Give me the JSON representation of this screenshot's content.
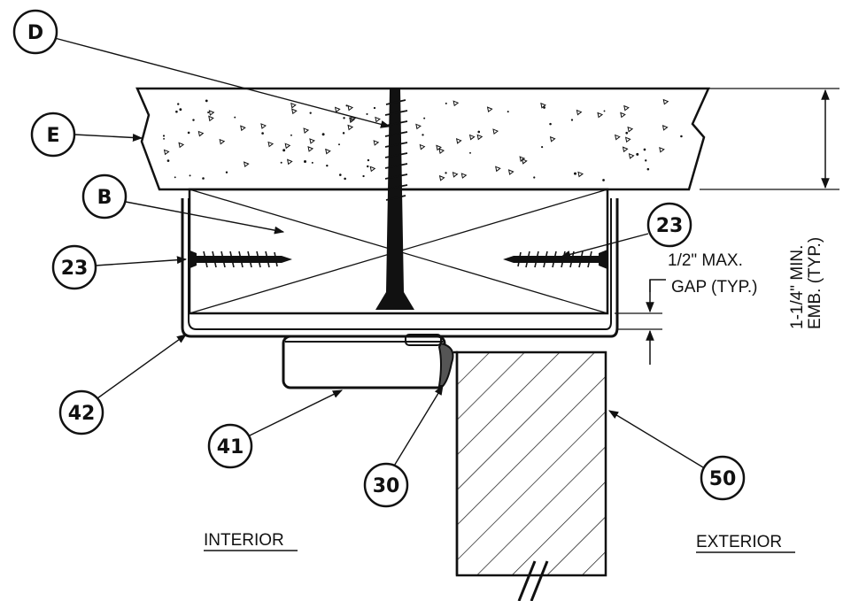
{
  "callouts": {
    "d": "D",
    "e": "E",
    "b": "B",
    "c23_left": "23",
    "c23_right": "23",
    "c42": "42",
    "c41": "41",
    "c30": "30",
    "c50": "50"
  },
  "dimensions": {
    "gap_line1": "1/2\" MAX.",
    "gap_line2": "GAP (TYP.)",
    "emb_line1": "1-1/4\" MIN.",
    "emb_line2": "EMB. (TYP.)"
  },
  "labels": {
    "interior": "INTERIOR",
    "exterior": "EXTERIOR"
  },
  "colors": {
    "ink": "#111111",
    "background": "#ffffff"
  }
}
